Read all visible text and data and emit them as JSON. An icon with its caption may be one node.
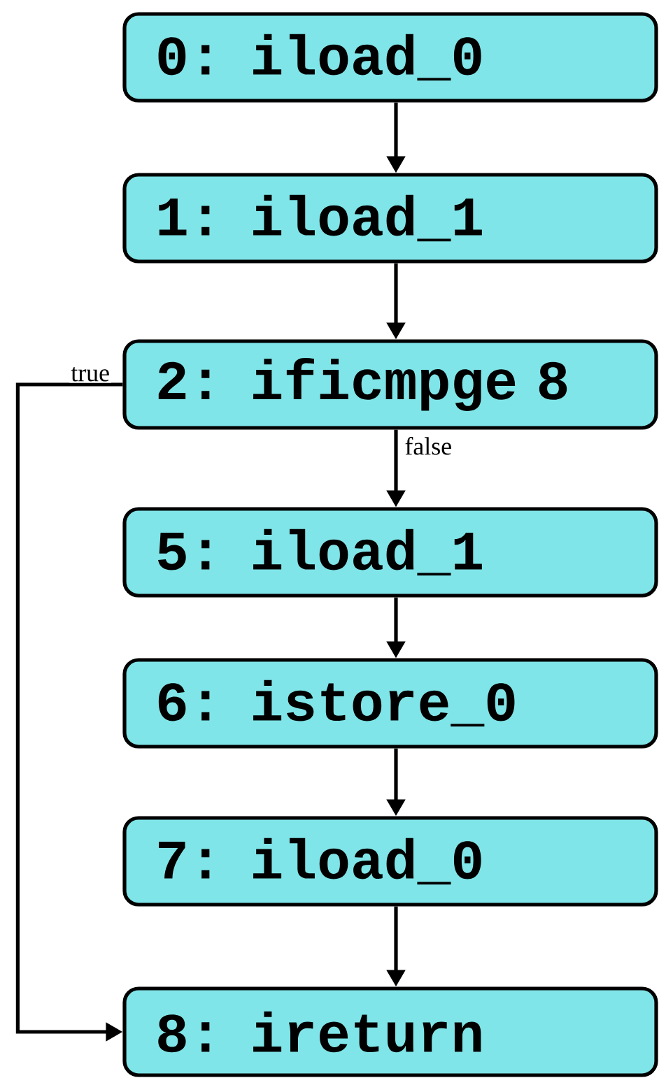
{
  "diagram": {
    "nodes": [
      {
        "text": [
          "0: iload_0"
        ]
      },
      {
        "text": [
          "1: iload_1"
        ]
      },
      {
        "text": [
          "2: ificmpge 8"
        ]
      },
      {
        "text": [
          "5: iload_1"
        ]
      },
      {
        "text": [
          "6: istore_0"
        ]
      },
      {
        "text": [
          "7: iload_0"
        ]
      },
      {
        "text": [
          "8: ireturn"
        ]
      }
    ],
    "edges": [
      {
        "from": 0,
        "to": 1,
        "arrow": "to"
      },
      {
        "from": 1,
        "to": 2,
        "arrow": "to"
      },
      {
        "from": 2,
        "to": 3,
        "arrow": "to",
        "label": "false"
      },
      {
        "from": 3,
        "to": 4,
        "arrow": "to"
      },
      {
        "from": 4,
        "to": 5,
        "arrow": "to"
      },
      {
        "from": 5,
        "to": 6,
        "arrow": "to"
      },
      {
        "from": 2,
        "to": 6,
        "arrow": "to",
        "label": "true"
      }
    ]
  }
}
